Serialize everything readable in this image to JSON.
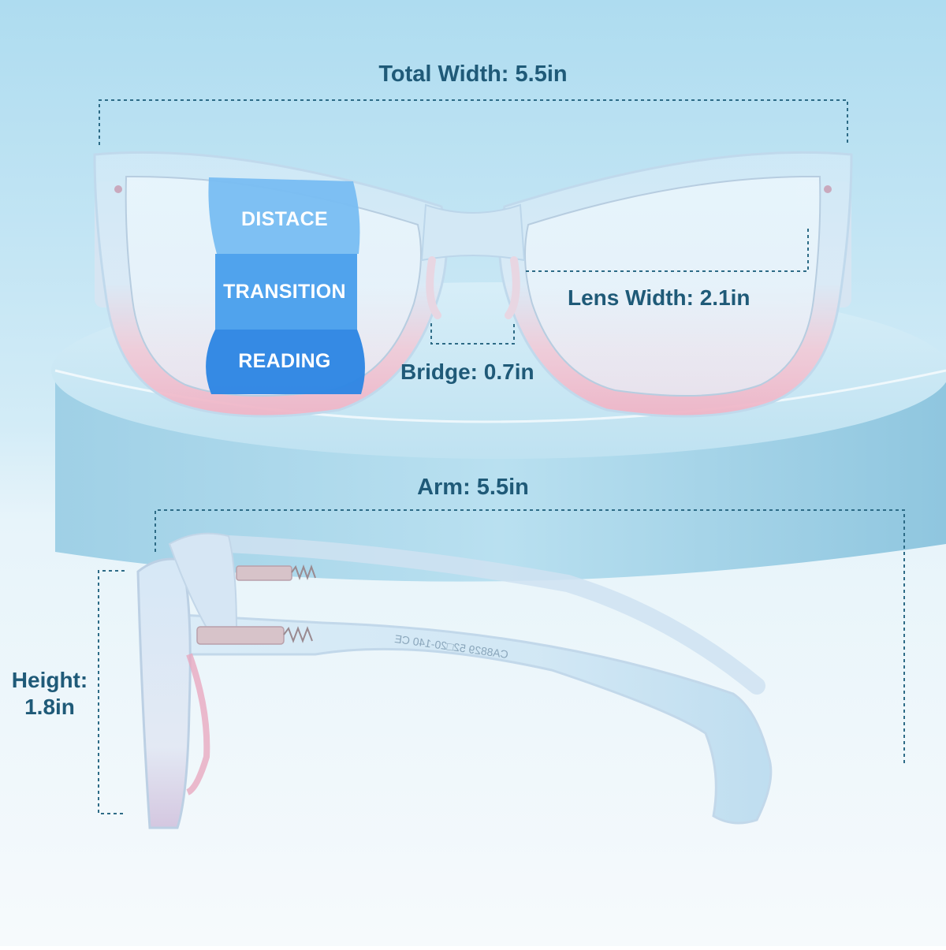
{
  "measurements": {
    "total_width": "Total Width: 5.5in",
    "lens_width": "Lens Width: 2.1in",
    "bridge": "Bridge: 0.7in",
    "arm": "Arm: 5.5in",
    "height_line1": "Height:",
    "height_line2": "1.8in"
  },
  "lens_zones": {
    "distance": "DISTACE",
    "transition": "TRANSITION",
    "reading": "READING"
  },
  "temple_imprint": "CA8829 52□20-140 CE",
  "colors": {
    "label_text": "#1f5a78",
    "dashed_line": "#2d6b86",
    "zone_distance": "#78bdf2",
    "zone_transition": "#4aa0ec",
    "zone_reading": "#2e86e3",
    "background_top": "#bfe3f3",
    "pedestal": "#a8d6ea"
  }
}
